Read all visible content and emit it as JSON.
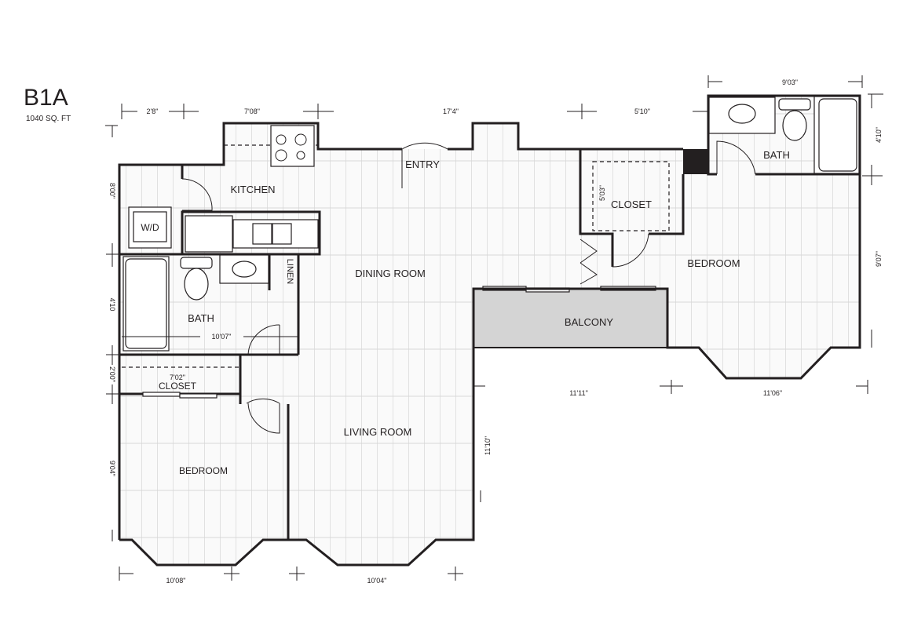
{
  "plan": {
    "name": "B1A",
    "area": "1040 SQ. FT"
  },
  "rooms": {
    "kitchen": "KITCHEN",
    "wd": "W/D",
    "entry": "ENTRY",
    "dining": "DINING ROOM",
    "linen": "LINEN",
    "bath_left": "BATH",
    "closet_left": "CLOSET",
    "bedroom_left": "BEDROOM",
    "living": "LIVING ROOM",
    "balcony": "BALCONY",
    "closet_right": "CLOSET",
    "bedroom_right": "BEDROOM",
    "bath_right": "BATH"
  },
  "dimensions": {
    "top_a": "2'8\"",
    "top_b": "7'08\"",
    "top_c": "17'4\"",
    "top_d": "5'10\"",
    "top_e": "9'03\"",
    "right_bath": "4'10\"",
    "right_bedroom": "9'07\"",
    "left_kitchen": "8'00\"",
    "left_bath": "4'10",
    "bath_width": "10'07\"",
    "closet_depth": "2'00\"",
    "closet_width": "7'02\"",
    "left_bedroom": "9'04\"",
    "closet_right": "5'03\"",
    "bottom_left": "10'08\"",
    "bottom_living": "10'04\"",
    "living_depth": "11'10\"",
    "balcony_width": "11'11\"",
    "bottom_right": "11'06\""
  },
  "colors": {
    "wall": "#231f20",
    "balcony": "#d4d4d4",
    "floor_lines": "#c8c8c8"
  }
}
